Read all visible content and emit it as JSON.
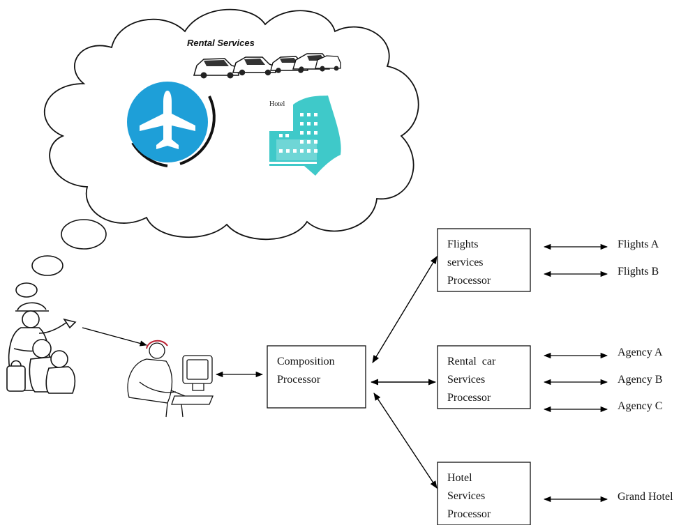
{
  "cloud": {
    "rental_title": "Rental Services",
    "hotel_label": "Hotel",
    "plane_color": "#1e9fd8",
    "hotel_color": "#3fc9c9"
  },
  "composition": {
    "line1": "Composition",
    "line2": "Processor"
  },
  "processors": {
    "flights": {
      "line1": "Flights",
      "line2": "services",
      "line3": "Processor"
    },
    "rental": {
      "line1": "Rental  car",
      "line2": "Services",
      "line3": "Processor"
    },
    "hotel": {
      "line1": "Hotel",
      "line2": "Services",
      "line3": "Processor"
    }
  },
  "providers": {
    "flights": [
      "Flights A",
      "Flights B"
    ],
    "rental": [
      "Agency A",
      "Agency B",
      "Agency C"
    ],
    "hotel": [
      "Grand Hotel"
    ]
  }
}
